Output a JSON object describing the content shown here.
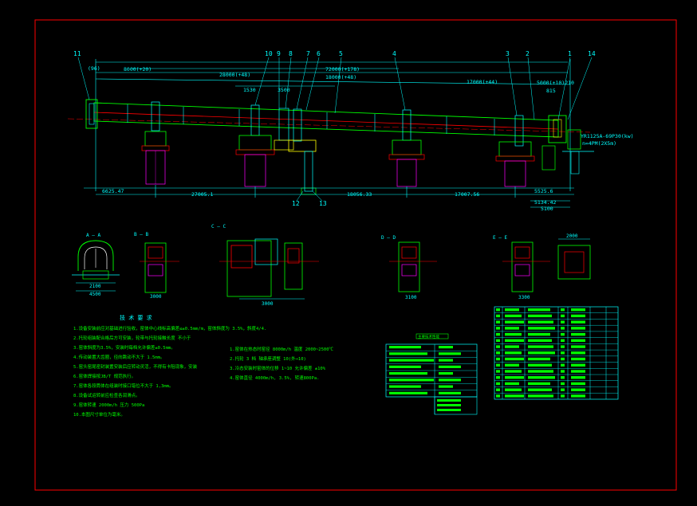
{
  "drawing": {
    "background": "#000000",
    "frame_color": "#ff0000",
    "colors": {
      "cyan": "#00ffff",
      "green": "#00ff00",
      "yellow": "#ffff00",
      "red": "#ff0000",
      "magenta": "#ff00ff",
      "white": "#ffffff",
      "blue": "#3060ff"
    }
  },
  "callouts": [
    "11",
    "10",
    "9",
    "8",
    "7",
    "6",
    "5",
    "4",
    "3",
    "2",
    "1",
    "14",
    "12",
    "13"
  ],
  "dims_top": {
    "d1": "(96)",
    "d2": "8000(+20)",
    "d3": "28000(+48)",
    "d4": "72000(+178)",
    "d5": "18000(+48)",
    "d6": "17000(+44)",
    "d7": "5000(+10)210",
    "d8": "815",
    "d9": "1530",
    "d10": "3500"
  },
  "dims_bottom": {
    "b1": "6625.47",
    "b2": "27005.1",
    "b3": "18056.33",
    "b4": "17007.56",
    "b5": "5525.6",
    "b6": "5134.42",
    "b7": "5100"
  },
  "section_labels": {
    "a_a": "A — A",
    "b_b": "B — B",
    "c_c": "C — C",
    "d_d": "D — D",
    "e_e": "E — E"
  },
  "motor_label": "YR1125A-69P30(kw)",
  "motor_sub": "n=4PM(2X5m)",
  "sub_dims": {
    "s1": "2100",
    "s2": "4500",
    "s3": "3000",
    "s4": "3000",
    "s5": "3100",
    "s6": "3300",
    "s7": "2000"
  },
  "notes": {
    "title": "技 术 要 求",
    "lines": [
      "1.设备安装前应对基础进行验收，窑体中心线标高偏差≤±0.5mm/m，窑体斜度为 3.5%，斜度4/4.",
      "2.托轮组装配合格后方可安装，轮带与托轮接触长度 不小于",
      "3.窑体斜度为3.5%，安装时每档允许偏差±0.5mm。",
      "4.传动装置大齿圈，径向跳动不大于 1.5mm。",
      "5.窑头窑尾密封装置安装后应转动灵活，不得有卡阻现象，安装",
      "6.窑体焊接按JB/T 规范执行。",
      "7.窑体各段筒体在组装时接口错位不大于 1,3mm。",
      "8.设备试运转前应检查各润滑点。",
      "9.窑体转速 2000m/h 压力 500Pa",
      "10.本图尺寸单位为毫米。"
    ],
    "mid_lines": [
      "1.窑体在热态时窑径 8000m/h 温度 2000~2500℃",
      "2.托轮 3 档 轴承座调整 10(外→10)",
      "3.冷态安装时窑体的位移 1~10 允许偏差 ±10%"
    ],
    "spec_note": "4.窑体直径 4000m/h, 3.5%, 转速800Pa."
  },
  "table1": {
    "title": "主要技术性能"
  },
  "table2": {
    "title": "明细表"
  }
}
